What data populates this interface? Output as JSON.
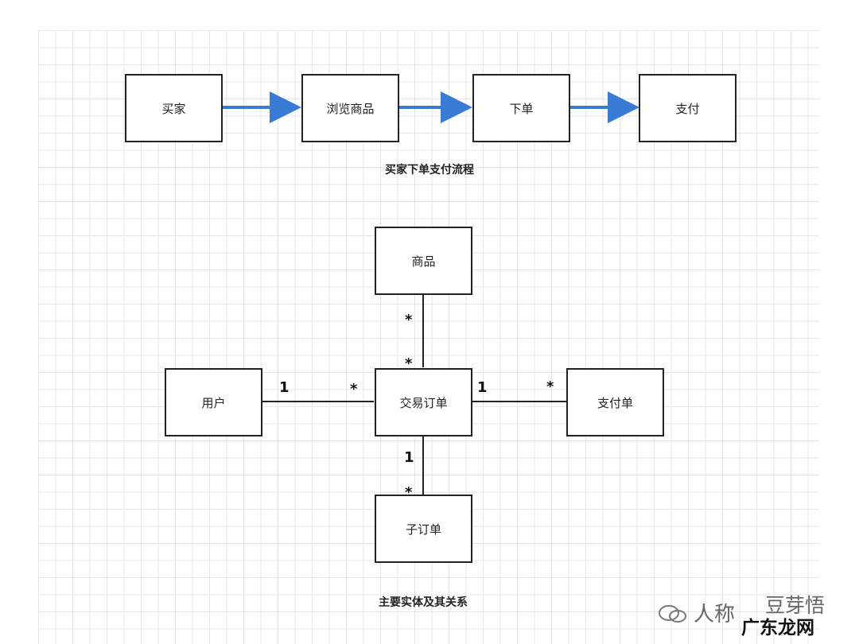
{
  "flow": {
    "nodes": [
      "买家",
      "浏览商品",
      "下单",
      "支付"
    ],
    "caption": "买家下单支付流程",
    "arrow_color": "#3a7bd5"
  },
  "entities": {
    "goods": "商品",
    "user": "用户",
    "order": "交易订单",
    "payment": "支付单",
    "suborder": "子订单",
    "caption": "主要实体及其关系"
  },
  "relations": {
    "goods_end": "*",
    "order_goods_end": "*",
    "user_end": "1",
    "order_user_end": "*",
    "order_payment_end": "1",
    "payment_end": "*",
    "order_sub_end": "1",
    "sub_end": "*"
  },
  "watermark": {
    "left": "人称",
    "middle": "豆芽悟",
    "right": "广东龙网"
  }
}
